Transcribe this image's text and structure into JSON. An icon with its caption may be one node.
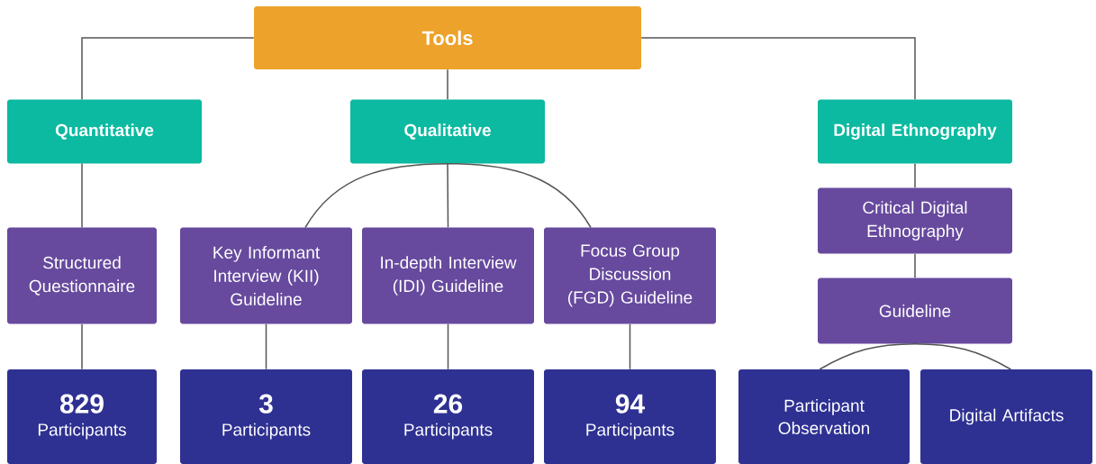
{
  "diagram": {
    "nodes": [
      {
        "text": [
          "Tools"
        ]
      },
      {
        "text": [
          "Quantitative"
        ]
      },
      {
        "text": [
          "Qualitative"
        ]
      },
      {
        "text": [
          "Digital Ethnography"
        ]
      },
      {
        "text": [
          "Structured Questionnaire"
        ]
      },
      {
        "text": [
          "Key Informant Interview (KII) Guideline"
        ]
      },
      {
        "text": [
          "In-depth Interview (IDI) Guideline"
        ]
      },
      {
        "text": [
          "Focus Group Discussion (FGD) Guideline"
        ]
      },
      {
        "text": [
          "Critical Digital Ethnography"
        ]
      },
      {
        "text": [
          "Guideline"
        ]
      },
      {
        "text": [
          "829",
          "Participants"
        ]
      },
      {
        "text": [
          "3",
          "Participants"
        ]
      },
      {
        "text": [
          "26",
          "Participants"
        ]
      },
      {
        "text": [
          "94",
          "Participants"
        ]
      },
      {
        "text": [
          "Participant Observation"
        ]
      },
      {
        "text": [
          "Digital Artifacts"
        ]
      }
    ],
    "edges": [
      {
        "from": 0,
        "to": 1,
        "arrow": "none"
      },
      {
        "from": 0,
        "to": 2,
        "arrow": "none"
      },
      {
        "from": 0,
        "to": 3,
        "arrow": "none"
      },
      {
        "from": 1,
        "to": 4,
        "arrow": "none"
      },
      {
        "from": 2,
        "to": 5,
        "arrow": "none"
      },
      {
        "from": 2,
        "to": 6,
        "arrow": "none"
      },
      {
        "from": 2,
        "to": 7,
        "arrow": "none"
      },
      {
        "from": 3,
        "to": 8,
        "arrow": "none"
      },
      {
        "from": 8,
        "to": 9,
        "arrow": "none"
      },
      {
        "from": 4,
        "to": 10,
        "arrow": "none"
      },
      {
        "from": 5,
        "to": 11,
        "arrow": "none"
      },
      {
        "from": 6,
        "to": 12,
        "arrow": "none"
      },
      {
        "from": 7,
        "to": 13,
        "arrow": "none"
      },
      {
        "from": 9,
        "to": 14,
        "arrow": "none"
      },
      {
        "from": 9,
        "to": 15,
        "arrow": "none"
      }
    ]
  }
}
